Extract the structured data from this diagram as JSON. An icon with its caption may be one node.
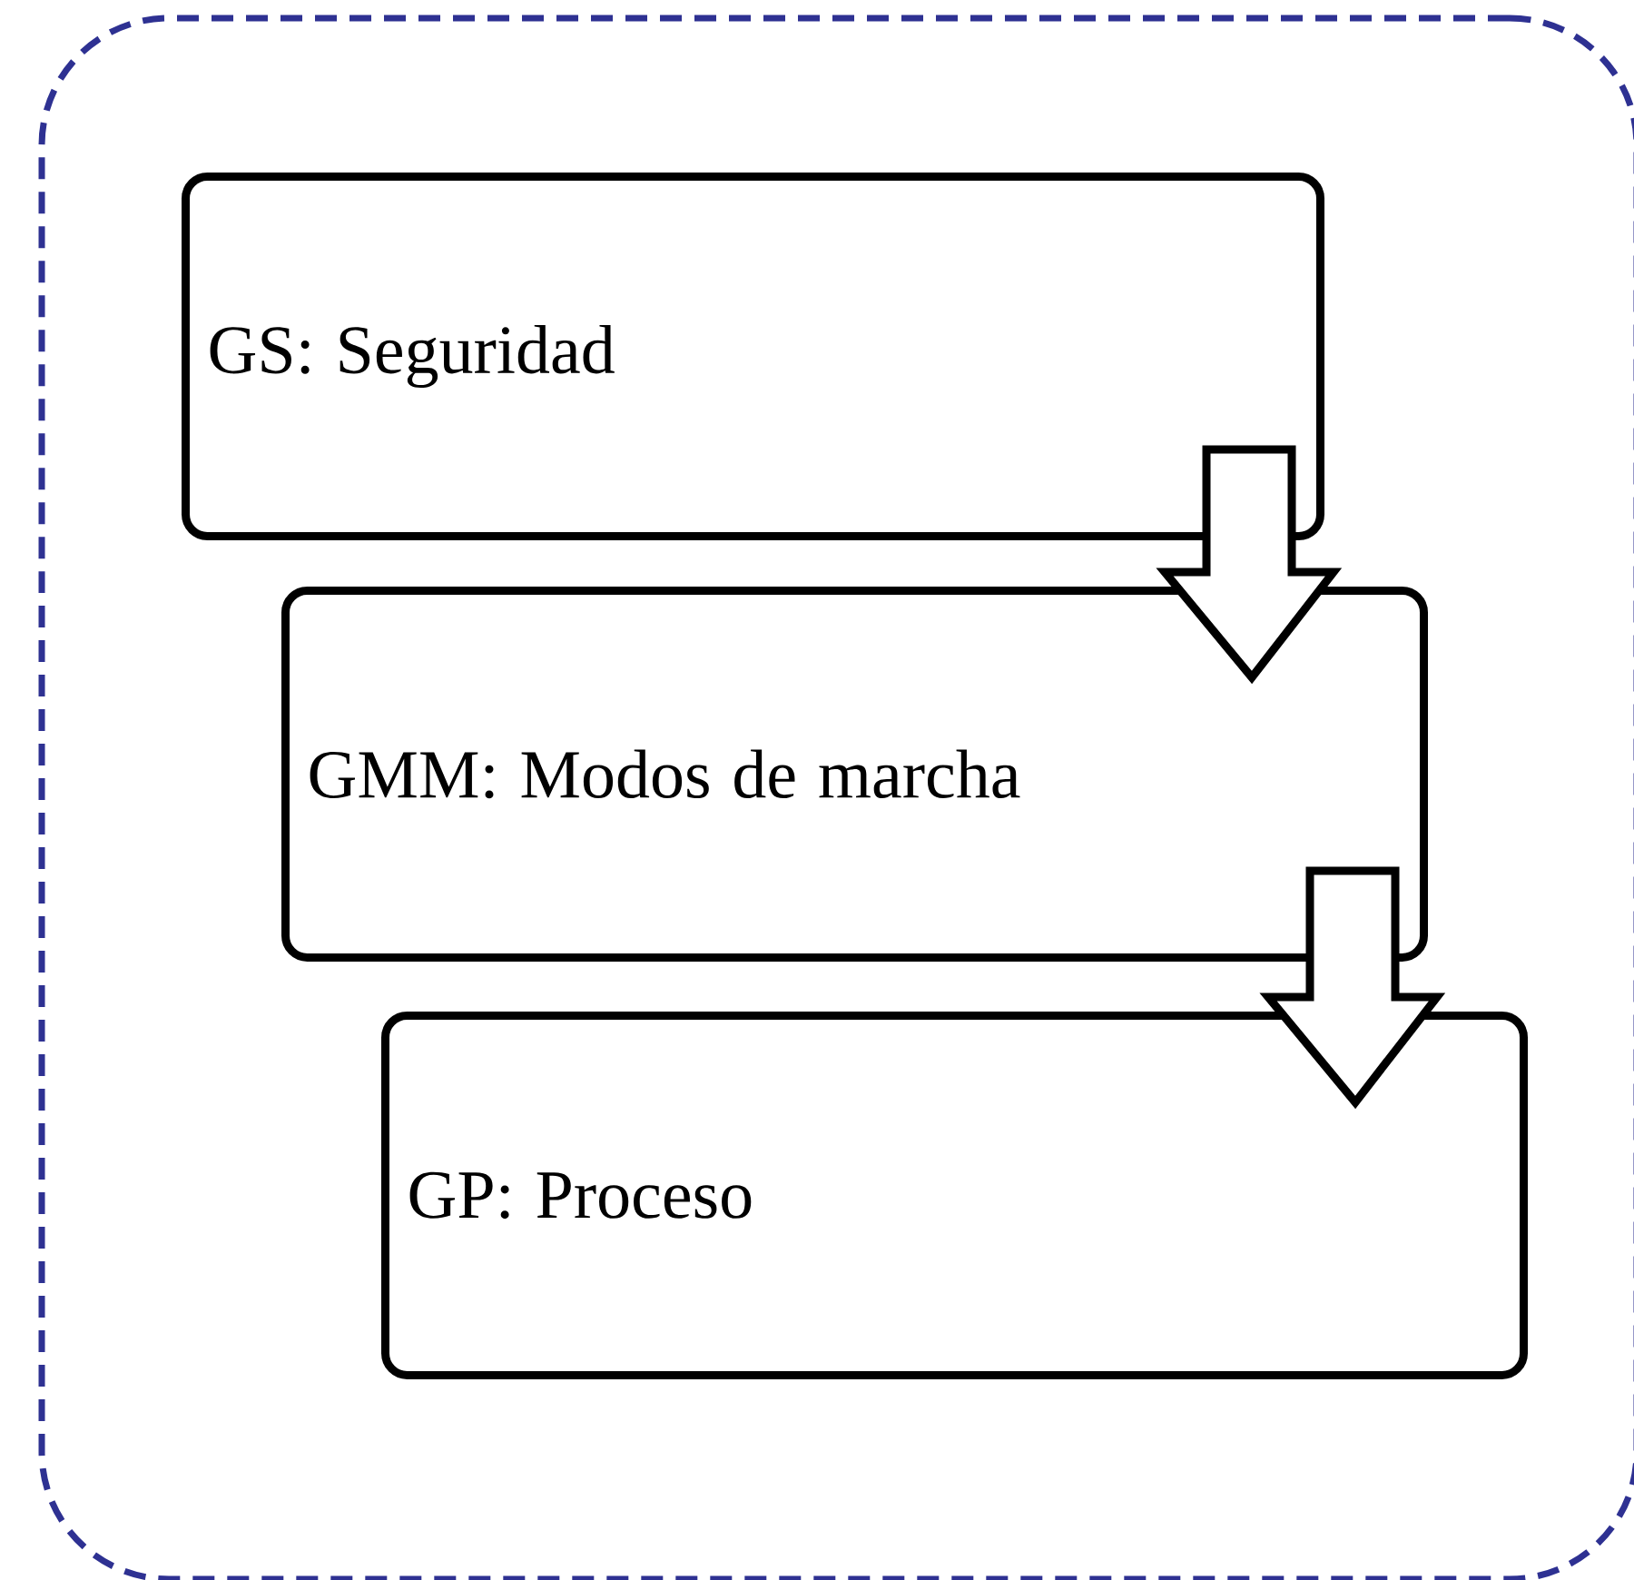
{
  "diagram": {
    "nodes": [
      {
        "text": [],
        "shape": "box"
      },
      {
        "text": [
          "GS: Seguridad"
        ],
        "in": 0
      },
      {
        "text": [
          "GMM: Modos de marcha"
        ],
        "in": 0
      },
      {
        "text": [
          "GP: Proceso"
        ],
        "in": 0
      }
    ],
    "edges": [
      {
        "from": 1,
        "to": 2,
        "arrow": "to"
      },
      {
        "from": 2,
        "to": 3,
        "arrow": "to"
      }
    ]
  }
}
